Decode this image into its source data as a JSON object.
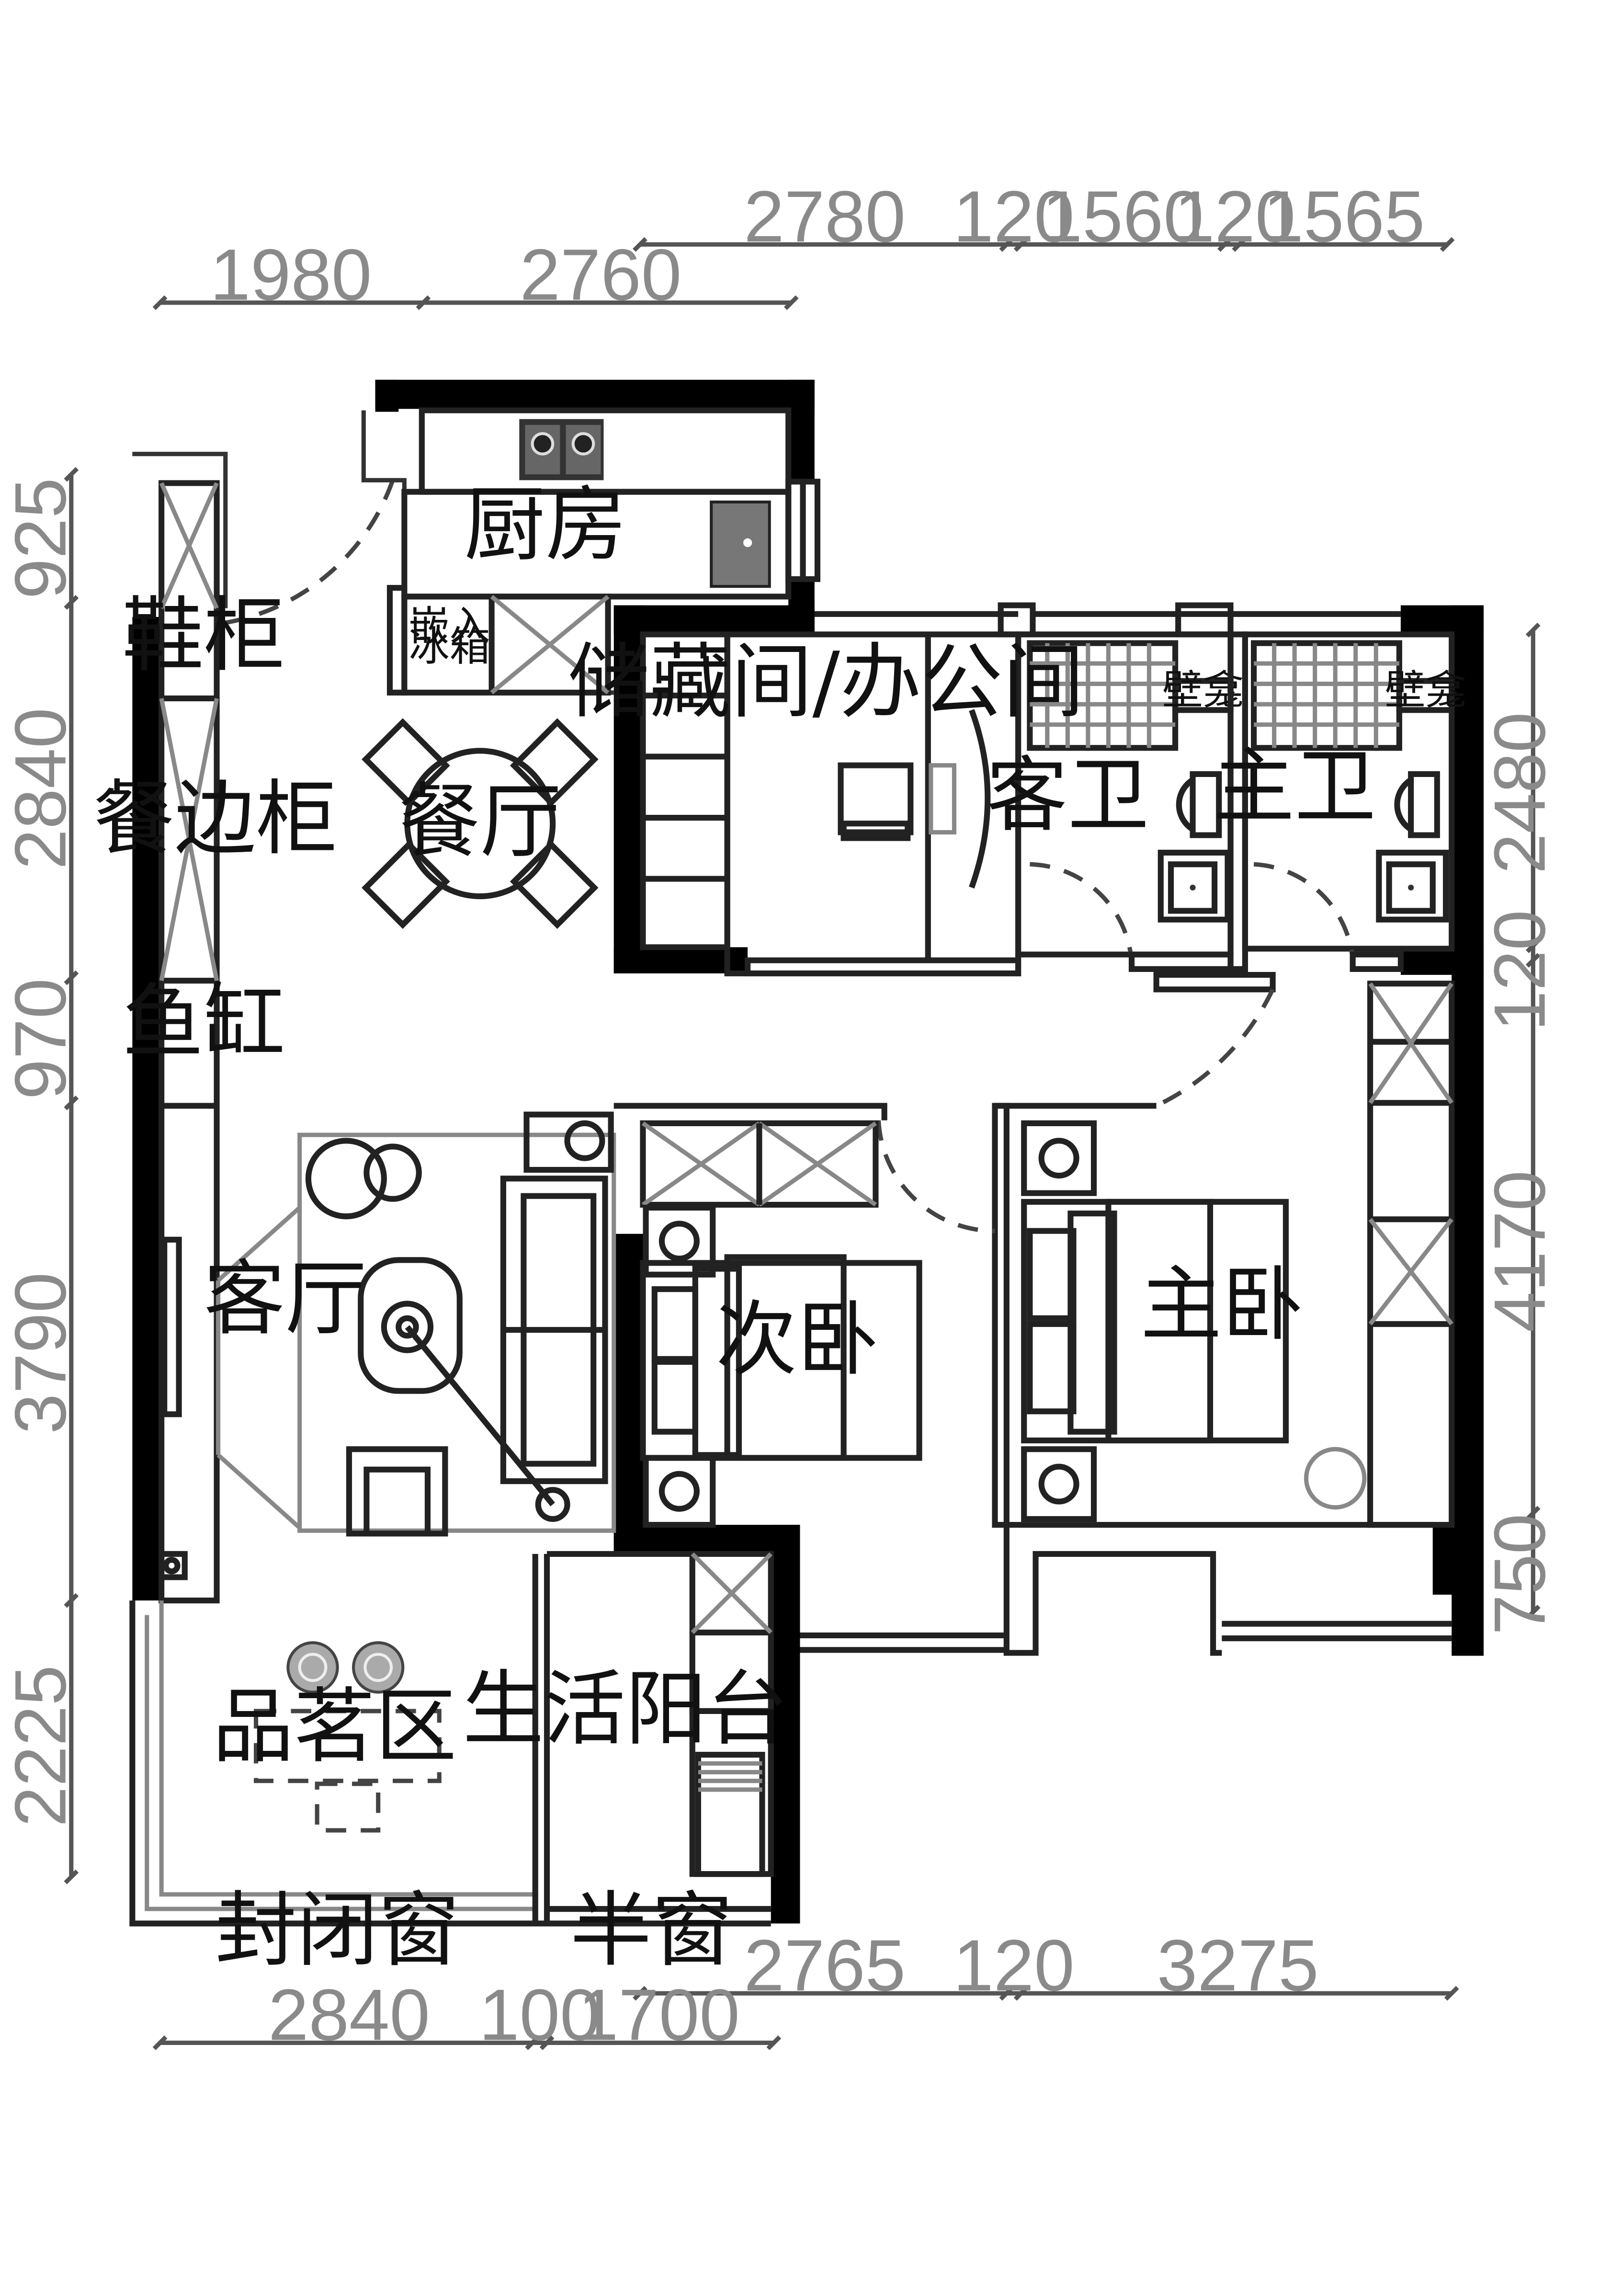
{
  "rooms": {
    "kitchen": "厨房",
    "shoe_cabinet": "鞋柜",
    "sideboard": "餐边柜",
    "dining": "餐厅",
    "storage_office": "储藏间/办公间",
    "guest_bath": "客卫",
    "master_bath": "主卫",
    "fish_tank": "鱼缸",
    "living": "客厅",
    "second_bed": "次卧",
    "master_bed": "主卧",
    "tea_area": "品茗区",
    "balcony": "生活阳台",
    "closed_window": "封闭窗",
    "half_window": "半窗"
  },
  "labels": {
    "fridge_line1": "嵌入",
    "fridge_line2": "冰箱",
    "niche": "壁龛"
  },
  "dimensions": {
    "top_outer": [
      "2780",
      "120",
      "1560",
      "120",
      "1565"
    ],
    "top_inner": [
      "1980",
      "2760"
    ],
    "left": [
      "925",
      "2840",
      "970",
      "3790",
      "2225"
    ],
    "right": [
      "2480",
      "120",
      "4170",
      "750"
    ],
    "bottom_inner": [
      "2765",
      "120",
      "3275"
    ],
    "bottom_outer": [
      "2840",
      "100",
      "1700"
    ]
  }
}
